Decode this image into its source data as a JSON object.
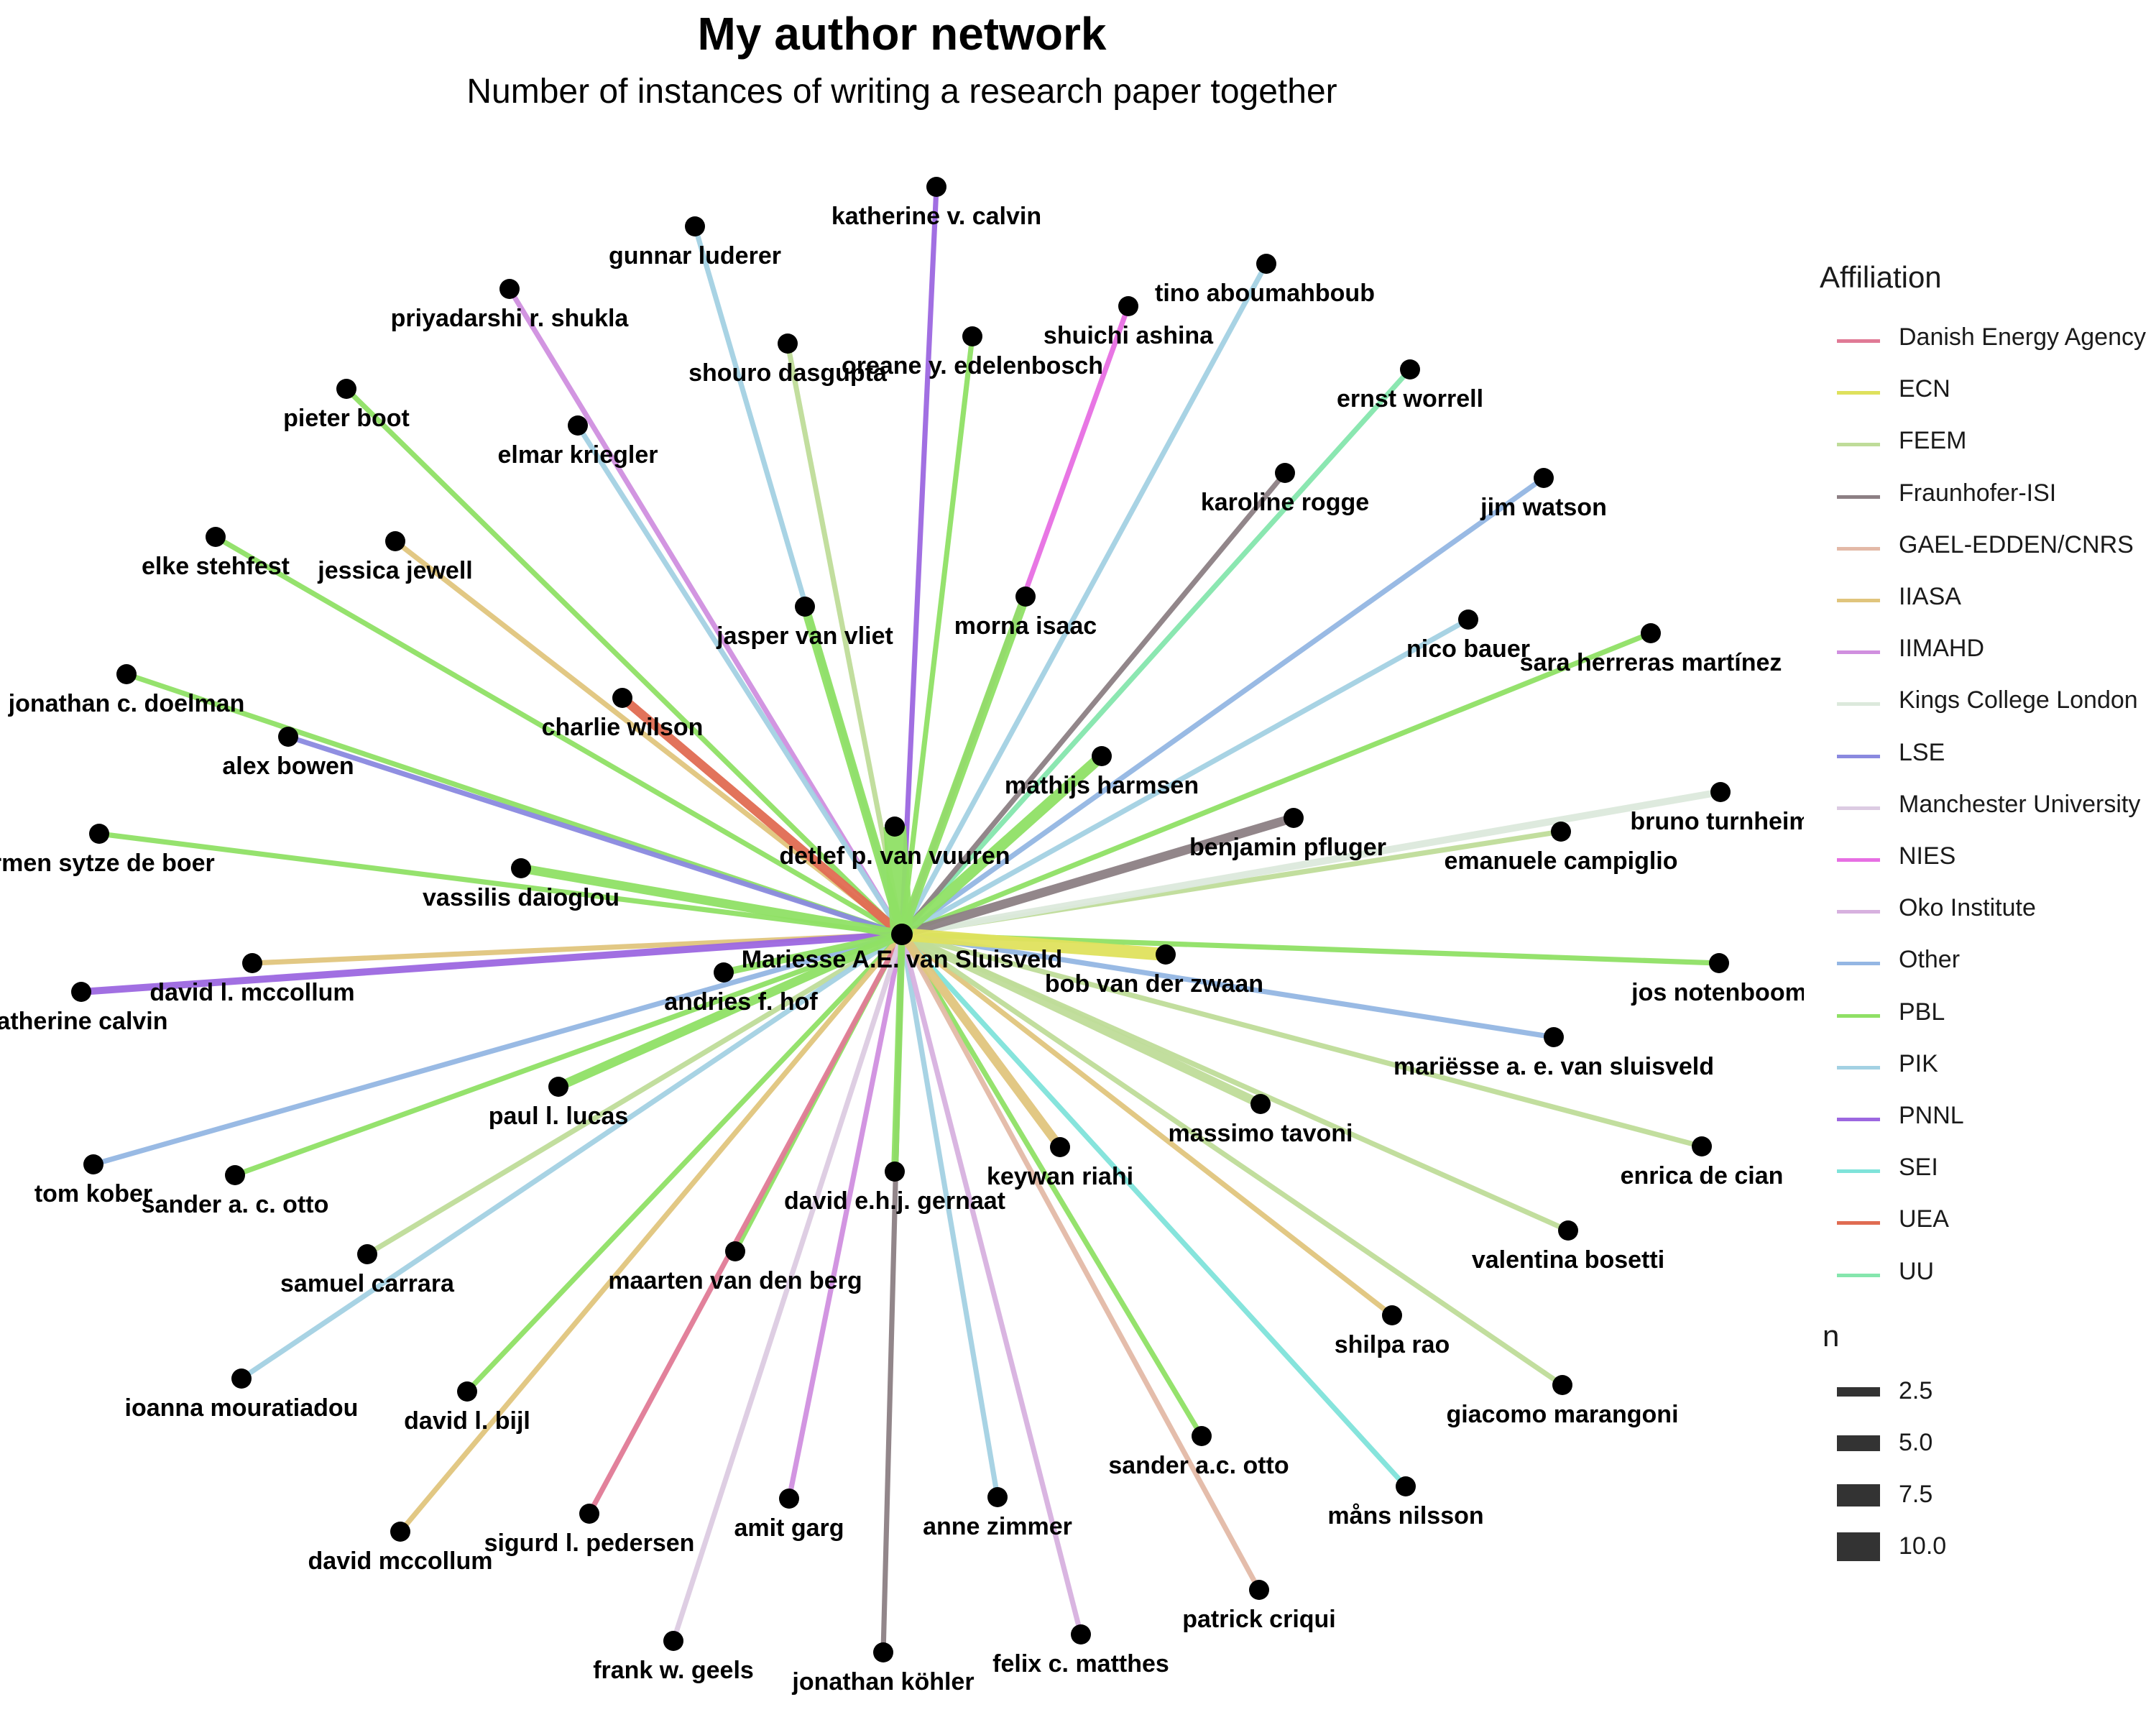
{
  "title": "My author network",
  "subtitle": "Number of instances of writing a research paper together",
  "center": {
    "name": "Mariesse A.E. van Sluisveld"
  },
  "affiliation_legend": {
    "title": "Affiliation",
    "items": [
      {
        "label": "Danish Energy Agency",
        "color": "#e07a96"
      },
      {
        "label": "ECN",
        "color": "#dfe15d"
      },
      {
        "label": "FEEM",
        "color": "#bfdc99"
      },
      {
        "label": "Fraunhofer-ISI",
        "color": "#8c7f84"
      },
      {
        "label": "GAEL-EDDEN/CNRS",
        "color": "#e3b9a7"
      },
      {
        "label": "IIASA",
        "color": "#e0c57d"
      },
      {
        "label": "IIMAHD",
        "color": "#d08fdf"
      },
      {
        "label": "Kings College London",
        "color": "#dce9dc"
      },
      {
        "label": "LSE",
        "color": "#8a89df"
      },
      {
        "label": "Manchester University",
        "color": "#dccbe2"
      },
      {
        "label": "NIES",
        "color": "#e76fe3"
      },
      {
        "label": "Oko Institute",
        "color": "#d7b1df"
      },
      {
        "label": "Other",
        "color": "#94b6e3"
      },
      {
        "label": "PBL",
        "color": "#8fe065"
      },
      {
        "label": "PIK",
        "color": "#a3d1e3"
      },
      {
        "label": "PNNL",
        "color": "#9c67e0"
      },
      {
        "label": "SEI",
        "color": "#7fe3da"
      },
      {
        "label": "UEA",
        "color": "#e06c52"
      },
      {
        "label": "UU",
        "color": "#85e6ad"
      }
    ]
  },
  "size_legend": {
    "title": "n",
    "items": [
      {
        "label": "2.5",
        "value": 2.5
      },
      {
        "label": "5.0",
        "value": 5.0
      },
      {
        "label": "7.5",
        "value": 7.5
      },
      {
        "label": "10.0",
        "value": 10.0
      }
    ]
  },
  "nodes": [
    {
      "name": "katherine v. calvin",
      "affiliation": "PNNL",
      "n": 1
    },
    {
      "name": "gunnar luderer",
      "affiliation": "PIK",
      "n": 1
    },
    {
      "name": "priyadarshi r. shukla",
      "affiliation": "IIMAHD",
      "n": 1
    },
    {
      "name": "shouro dasgupta",
      "affiliation": "FEEM",
      "n": 1
    },
    {
      "name": "oreane y. edelenbosch",
      "affiliation": "PBL",
      "n": 1
    },
    {
      "name": "shuichi ashina",
      "affiliation": "NIES",
      "n": 1
    },
    {
      "name": "tino aboumahboub",
      "affiliation": "PIK",
      "n": 1
    },
    {
      "name": "pieter boot",
      "affiliation": "PBL",
      "n": 1
    },
    {
      "name": "elmar kriegler",
      "affiliation": "PIK",
      "n": 1
    },
    {
      "name": "ernst worrell",
      "affiliation": "UU",
      "n": 1
    },
    {
      "name": "karoline rogge",
      "affiliation": "Fraunhofer-ISI",
      "n": 1
    },
    {
      "name": "jim watson",
      "affiliation": "Other",
      "n": 1
    },
    {
      "name": "elke stehfest",
      "affiliation": "PBL",
      "n": 1
    },
    {
      "name": "jessica jewell",
      "affiliation": "IIASA",
      "n": 1
    },
    {
      "name": "jasper van vliet",
      "affiliation": "PBL",
      "n": 3
    },
    {
      "name": "morna isaac",
      "affiliation": "PBL",
      "n": 3
    },
    {
      "name": "nico bauer",
      "affiliation": "PIK",
      "n": 1
    },
    {
      "name": "sara herreras martínez",
      "affiliation": "PBL",
      "n": 1
    },
    {
      "name": "jonathan c. doelman",
      "affiliation": "PBL",
      "n": 1
    },
    {
      "name": "charlie wilson",
      "affiliation": "UEA",
      "n": 3
    },
    {
      "name": "alex bowen",
      "affiliation": "LSE",
      "n": 1
    },
    {
      "name": "mathijs harmsen",
      "affiliation": "PBL",
      "n": 4
    },
    {
      "name": "bruno turnheim",
      "affiliation": "Kings College London",
      "n": 2
    },
    {
      "name": "detlef p. van vuuren",
      "affiliation": "PBL",
      "n": 10
    },
    {
      "name": "benjamin pfluger",
      "affiliation": "Fraunhofer-ISI",
      "n": 3
    },
    {
      "name": "emanuele campiglio",
      "affiliation": "FEEM",
      "n": 1
    },
    {
      "name": "hermen sytze de boer",
      "affiliation": "PBL",
      "n": 1
    },
    {
      "name": "vassilis daioglou",
      "affiliation": "PBL",
      "n": 3
    },
    {
      "name": "david l. mccollum",
      "affiliation": "IIASA",
      "n": 1
    },
    {
      "name": "bob van der zwaan",
      "affiliation": "ECN",
      "n": 5
    },
    {
      "name": "jos notenboom",
      "affiliation": "PBL",
      "n": 1
    },
    {
      "name": "katherine calvin",
      "affiliation": "PNNL",
      "n": 2
    },
    {
      "name": "andries f. hof",
      "affiliation": "PBL",
      "n": 2
    },
    {
      "name": "mariësse a. e. van sluisveld",
      "affiliation": "Other",
      "n": 1
    },
    {
      "name": "paul l. lucas",
      "affiliation": "PBL",
      "n": 3
    },
    {
      "name": "massimo tavoni",
      "affiliation": "FEEM",
      "n": 3
    },
    {
      "name": "enrica de cian",
      "affiliation": "FEEM",
      "n": 1
    },
    {
      "name": "tom kober",
      "affiliation": "Other",
      "n": 1
    },
    {
      "name": "keywan riahi",
      "affiliation": "IIASA",
      "n": 3
    },
    {
      "name": "sander a. c. otto",
      "affiliation": "PBL",
      "n": 1
    },
    {
      "name": "david e.h.j. gernaat",
      "affiliation": "PBL",
      "n": 2
    },
    {
      "name": "valentina bosetti",
      "affiliation": "FEEM",
      "n": 1
    },
    {
      "name": "samuel carrara",
      "affiliation": "FEEM",
      "n": 1
    },
    {
      "name": "maarten van den berg",
      "affiliation": "PBL",
      "n": 1
    },
    {
      "name": "shilpa rao",
      "affiliation": "IIASA",
      "n": 1
    },
    {
      "name": "ioanna mouratiadou",
      "affiliation": "PIK",
      "n": 1
    },
    {
      "name": "giacomo marangoni",
      "affiliation": "FEEM",
      "n": 1
    },
    {
      "name": "david l. bijl",
      "affiliation": "PBL",
      "n": 1
    },
    {
      "name": "sander a.c. otto",
      "affiliation": "PBL",
      "n": 1
    },
    {
      "name": "måns nilsson",
      "affiliation": "SEI",
      "n": 1
    },
    {
      "name": "sigurd l. pedersen",
      "affiliation": "Danish Energy Agency",
      "n": 1
    },
    {
      "name": "amit garg",
      "affiliation": "IIMAHD",
      "n": 1
    },
    {
      "name": "anne zimmer",
      "affiliation": "PIK",
      "n": 1
    },
    {
      "name": "david mccollum",
      "affiliation": "IIASA",
      "n": 1
    },
    {
      "name": "patrick criqui",
      "affiliation": "GAEL-EDDEN/CNRS",
      "n": 1
    },
    {
      "name": "frank w. geels",
      "affiliation": "Manchester University",
      "n": 1
    },
    {
      "name": "felix c. matthes",
      "affiliation": "Oko Institute",
      "n": 1
    },
    {
      "name": "jonathan köhler",
      "affiliation": "Fraunhofer-ISI",
      "n": 1
    }
  ]
}
